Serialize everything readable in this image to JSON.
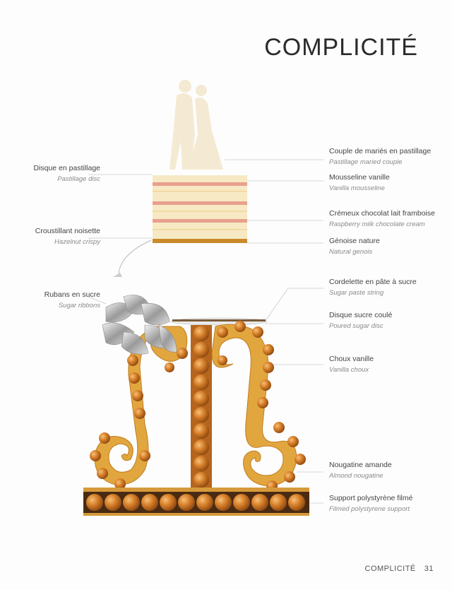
{
  "title": "COMPLICITÉ",
  "labels_left": [
    {
      "fr": "Disque en pastillage",
      "en": "Pastillage disc"
    },
    {
      "fr": "Croustillant noisette",
      "en": "Hazelnut crispy"
    },
    {
      "fr": "Rubans en sucre",
      "en": "Sugar ribbons"
    }
  ],
  "labels_right": [
    {
      "fr": "Couple de mariés en pastillage",
      "en": "Pastillage maried couple"
    },
    {
      "fr": "Mousseline vanille",
      "en": "Vanilla mousseline"
    },
    {
      "fr": "Crémeux chocolat lait framboise",
      "en": "Raspberry milk chocolate cream"
    },
    {
      "fr": "Génoise nature",
      "en": "Natural genois"
    },
    {
      "fr": "Cordelette en pâte à sucre",
      "en": "Sugar paste string"
    },
    {
      "fr": "Disque sucre coulé",
      "en": "Poured sugar disc"
    },
    {
      "fr": "Choux vanille",
      "en": "Vanilla choux"
    },
    {
      "fr": "Nougatine amande",
      "en": "Almond nougatine"
    },
    {
      "fr": "Support polystyrène filmé",
      "en": "Filmed polystyrene support"
    }
  ],
  "footer": {
    "section": "COMPLICITÉ",
    "page": "31"
  },
  "colors": {
    "nougatine": "#e2a63f",
    "choux": "#d9822b",
    "cream": "#f7e9c4",
    "raspberry": "#e9a08e"
  }
}
